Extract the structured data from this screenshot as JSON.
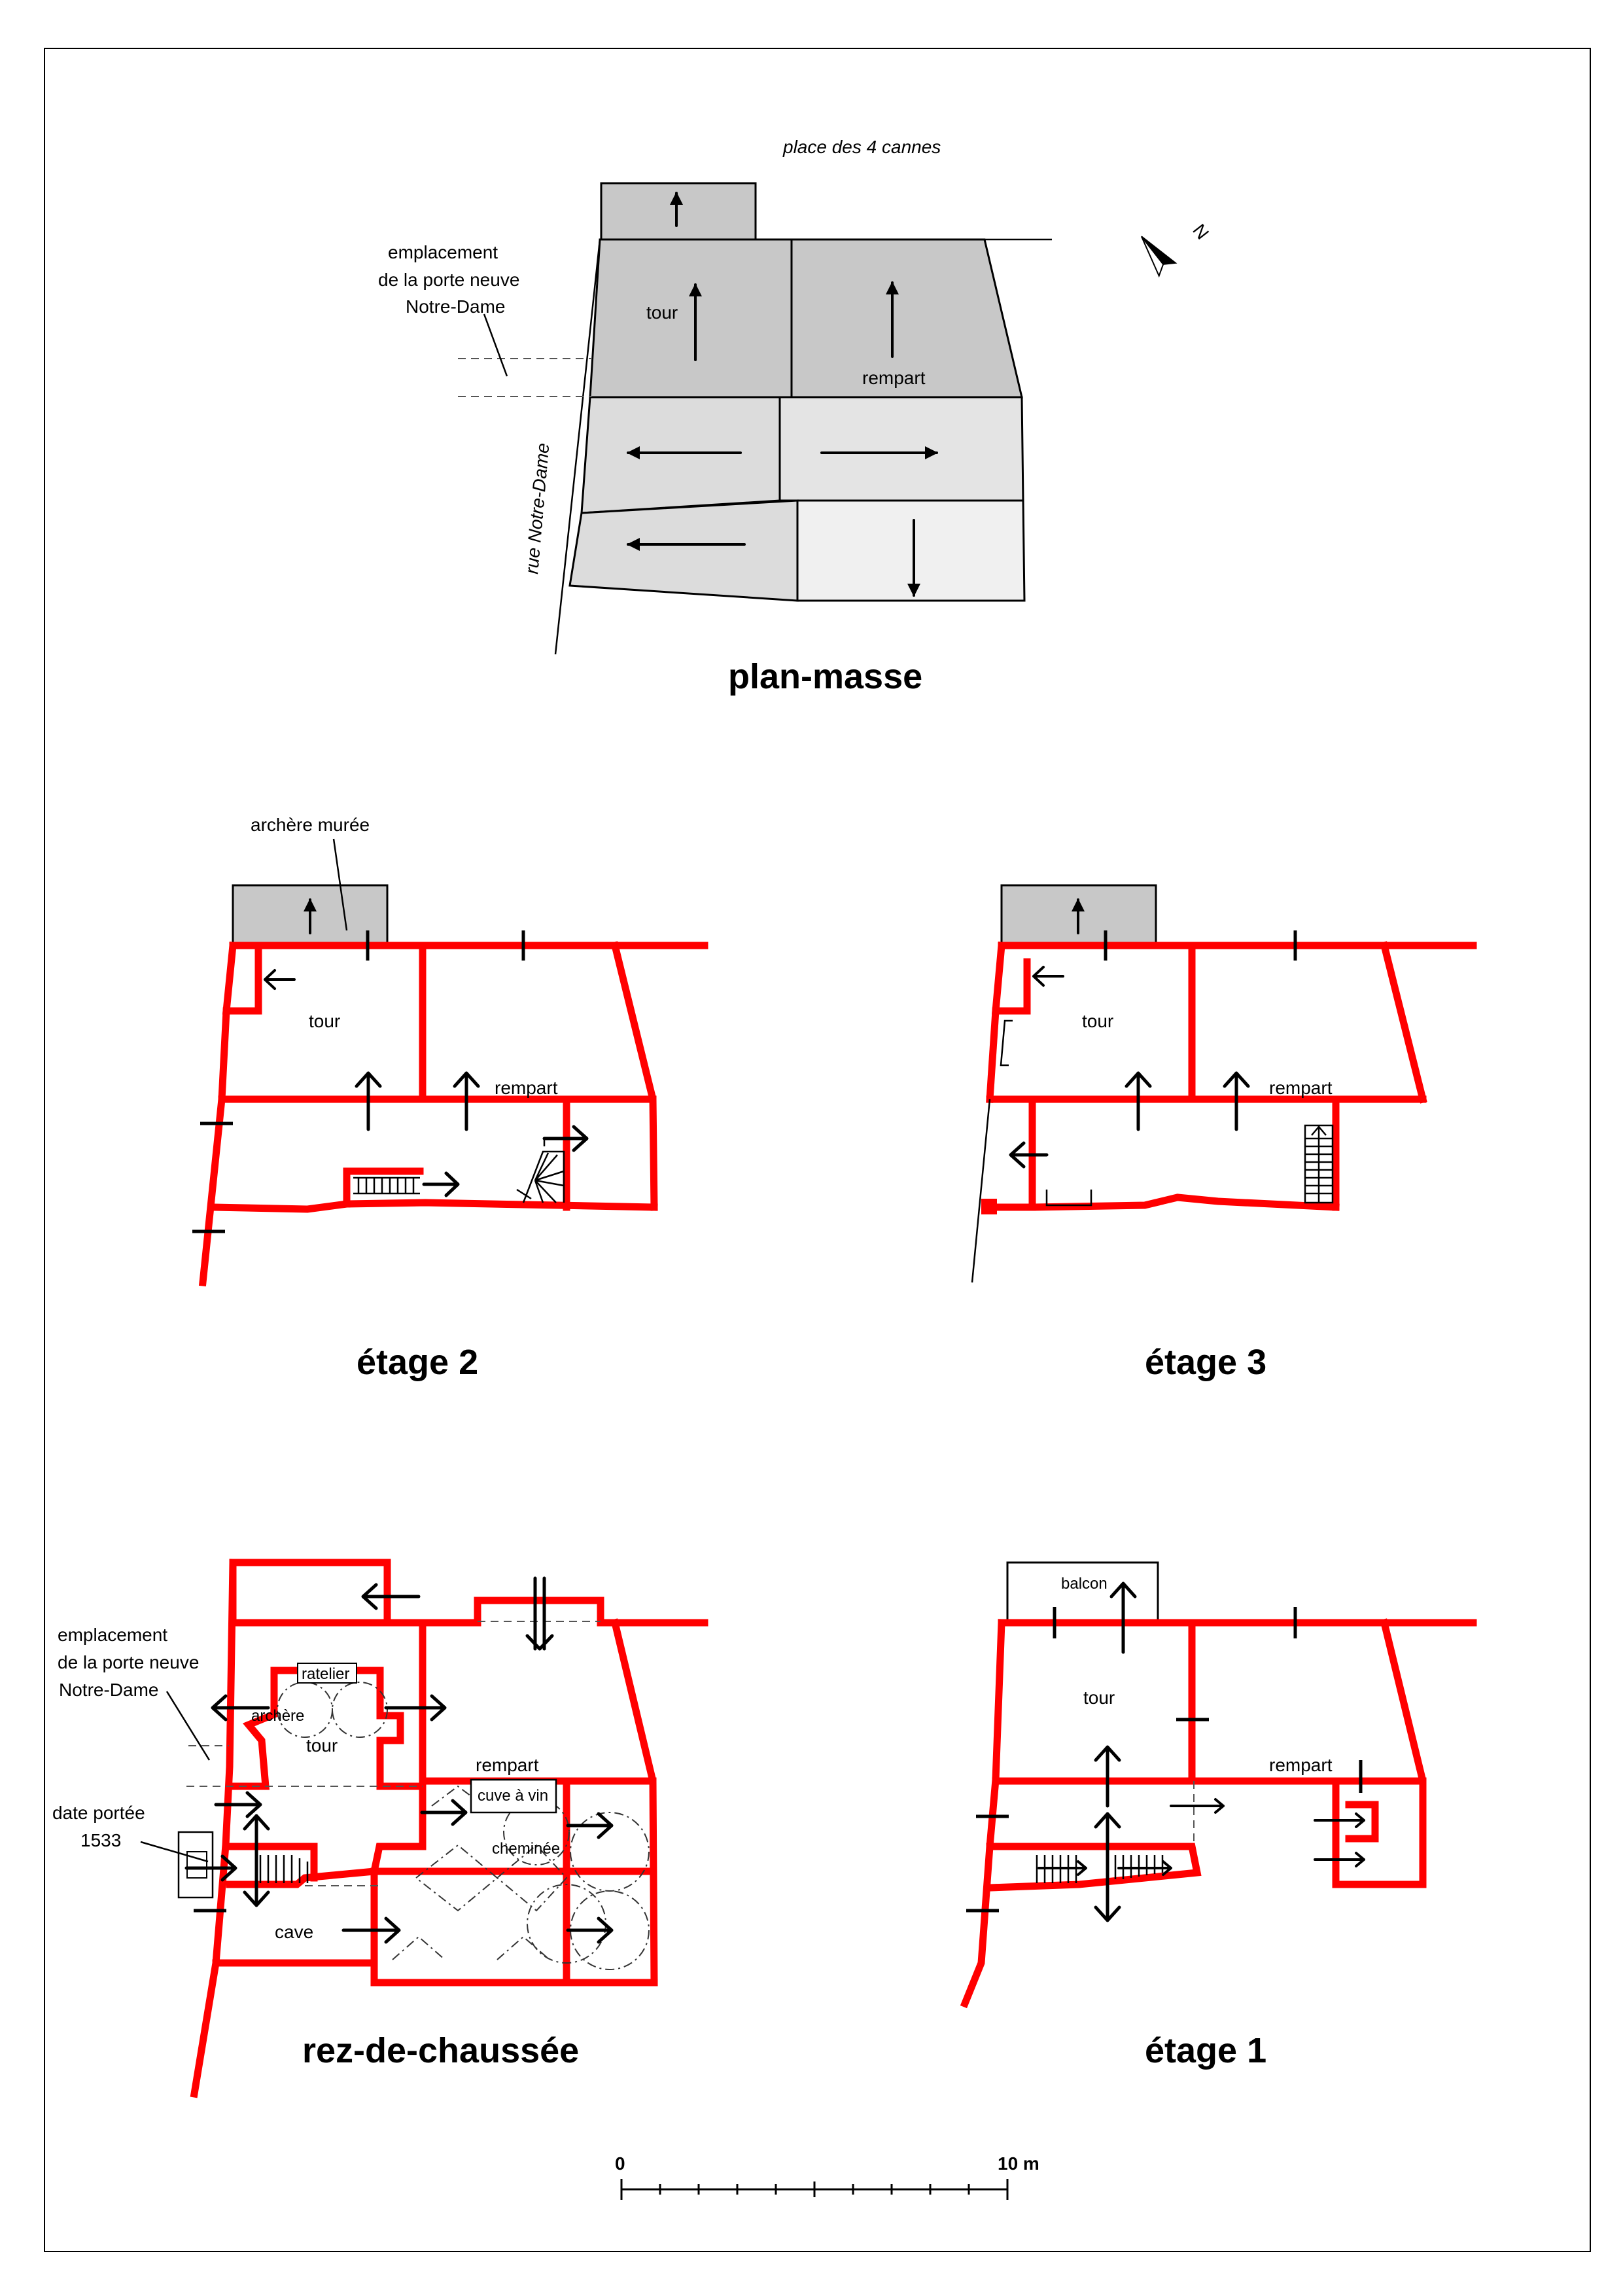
{
  "labels": {
    "place": "place des 4 cannes",
    "emplacement": [
      "emplacement",
      "de la porte neuve",
      "Notre-Dame"
    ],
    "rue": "rue Notre-Dame",
    "tour": "tour",
    "rempart": "rempart",
    "archere_muree": "archère murée",
    "ratelier": "ratelier",
    "archere": "archère",
    "cuve": "cuve à vin",
    "cheminee": "cheminée",
    "cave": "cave",
    "date": [
      "date portée",
      "1533"
    ],
    "balcon": "balcon",
    "north": "N"
  },
  "titles": {
    "plan_masse": "plan-masse",
    "etage2": "étage 2",
    "etage3": "étage 3",
    "rdc": "rez-de-chaussée",
    "etage1": "étage 1"
  },
  "scale": {
    "start": "0",
    "end": "10 m"
  },
  "colors": {
    "wall": "#ff0000",
    "dark_gray": "#c8c8c8",
    "mid_gray": "#dcdcdc",
    "light_gray": "#ececec",
    "ink": "#000000"
  }
}
